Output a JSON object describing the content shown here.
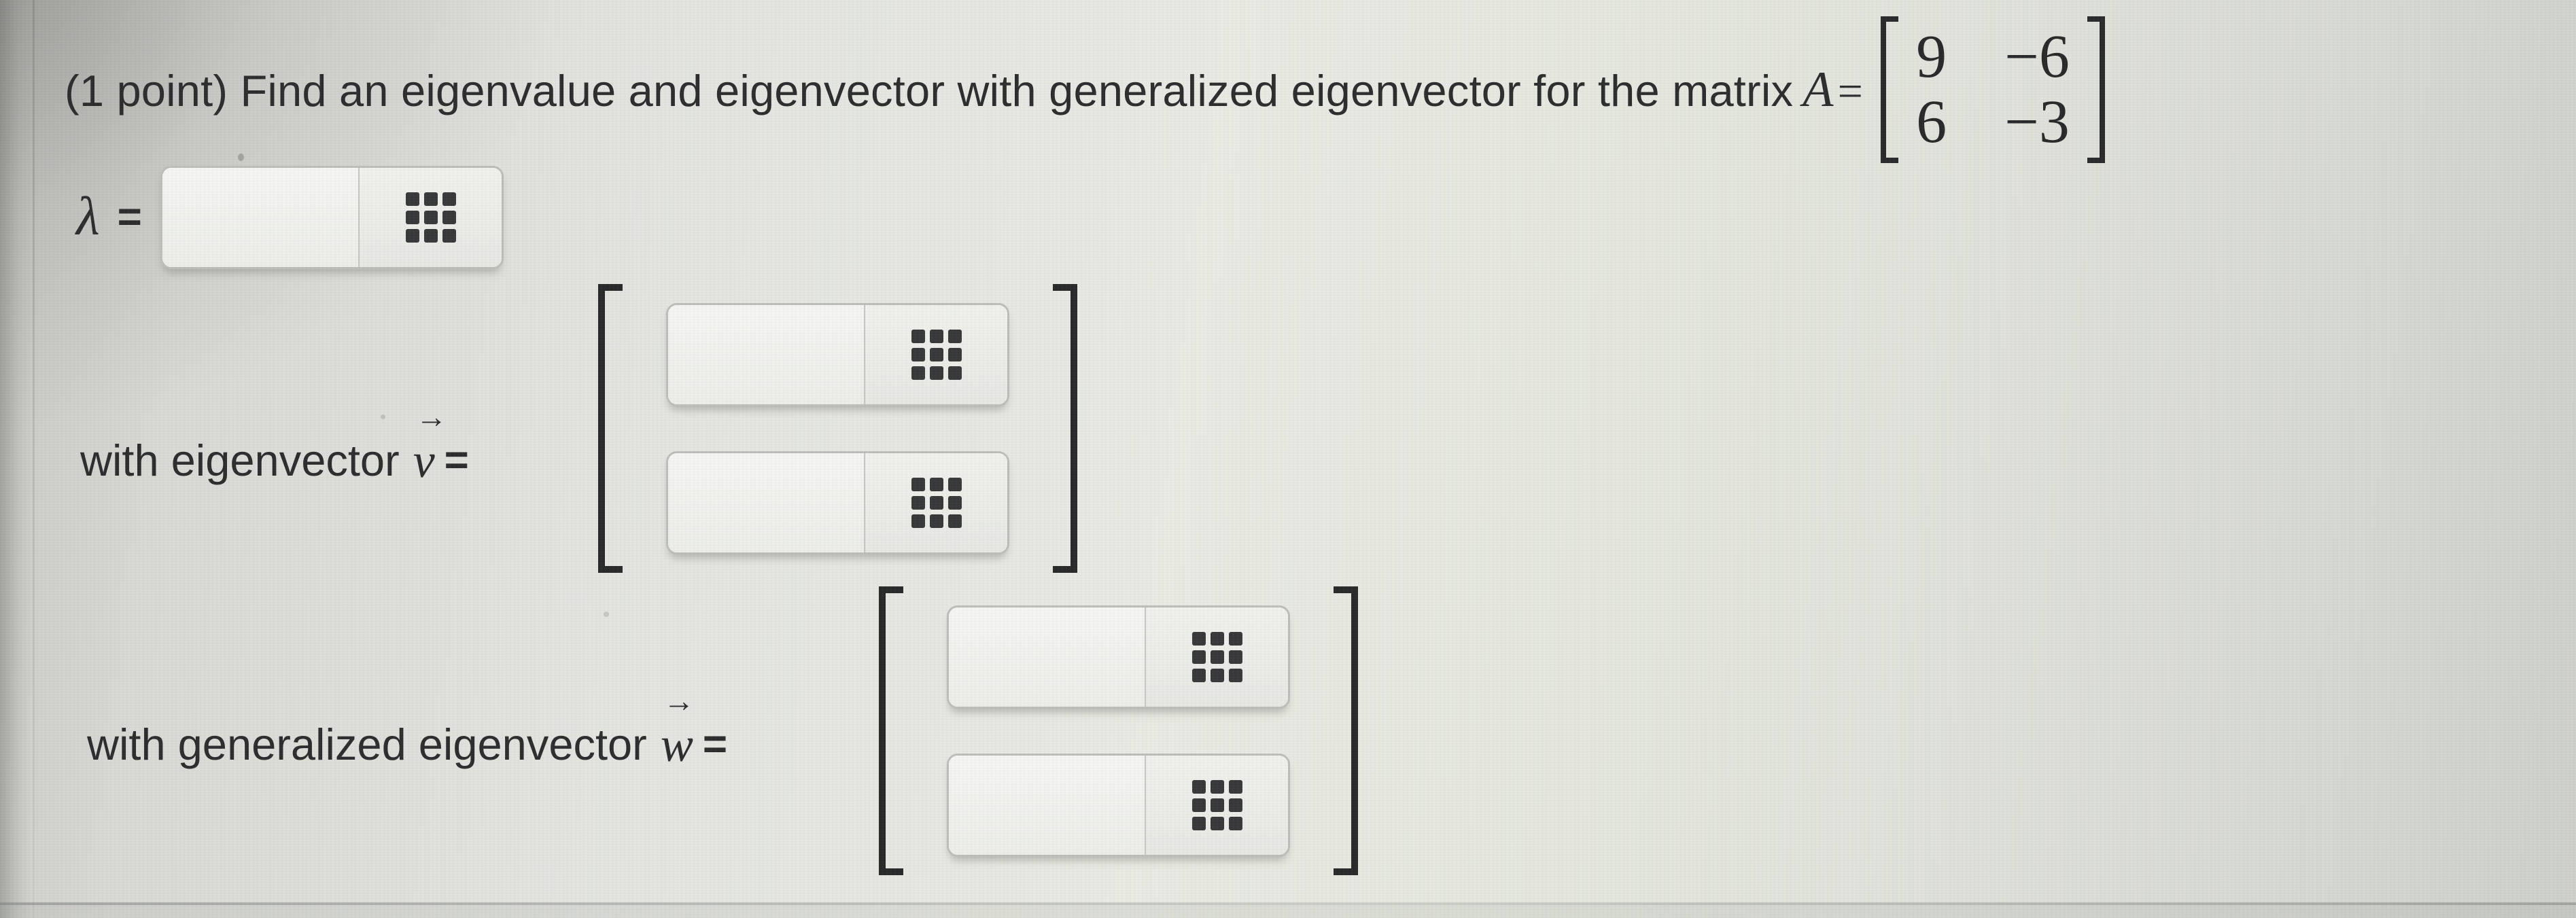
{
  "problem": {
    "prefix": "(1 point) Find an eigenvalue and eigenvector with generalized eigenvector for the matrix",
    "matrix_symbol": "A",
    "equals": "=",
    "matrix": {
      "r1c1": "9",
      "r1c2": "−6",
      "r2c1": "6",
      "r2c2": "−3"
    }
  },
  "lambda_row": {
    "symbol": "λ",
    "equals": "=",
    "input": {
      "value": ""
    }
  },
  "eigenvector_row": {
    "label": "with eigenvector",
    "symbol": "v",
    "arrow": "→",
    "equals": "=",
    "entries": [
      {
        "value": ""
      },
      {
        "value": ""
      }
    ]
  },
  "generalized_row": {
    "label": "with generalized eigenvector",
    "symbol": "w",
    "arrow": "→",
    "equals": "=",
    "entries": [
      {
        "value": ""
      },
      {
        "value": ""
      }
    ]
  },
  "icons": {
    "equation_editor": "grid-icon"
  },
  "colors": {
    "background": "#e0e1db",
    "text": "#1f1f21",
    "bracket": "#1b1b1d",
    "box_border": "#b9b9b5",
    "box_background": "#f2f2ee",
    "button_background": "#e9e9e5",
    "icon": "#2b2b2d"
  }
}
